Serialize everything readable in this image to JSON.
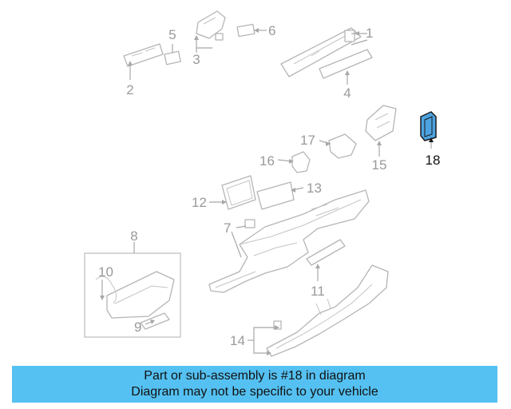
{
  "callouts": [
    "1",
    "2",
    "3",
    "4",
    "5",
    "6",
    "7",
    "8",
    "9",
    "10",
    "11",
    "12",
    "13",
    "14",
    "15",
    "16",
    "17",
    "18"
  ],
  "highlight_callout": "18",
  "banner": {
    "line1": "Part or sub-assembly is #18 in diagram",
    "line2": "Diagram may not be specific to your vehicle"
  },
  "colors": {
    "highlight_part": "#4da3e0",
    "banner": "#55c1f2",
    "line_art": "#b5b5b5"
  }
}
